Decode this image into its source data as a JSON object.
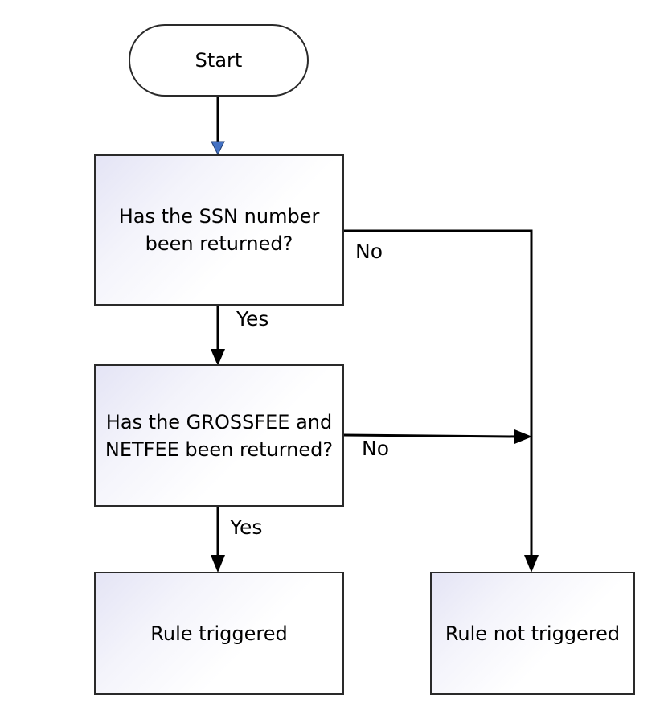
{
  "nodes": {
    "start": "Start",
    "q_ssn": "Has the SSN number been returned?",
    "q_fee": "Has the GROSSFEE and NETFEE been returned?",
    "rule_triggered": "Rule triggered",
    "rule_not_triggered": "Rule not triggered"
  },
  "labels": {
    "ssn_no": "No",
    "ssn_yes": "Yes",
    "fee_no": "No",
    "fee_yes": "Yes"
  },
  "colors": {
    "line": "#000000",
    "start_arrow": "#4472c4"
  }
}
